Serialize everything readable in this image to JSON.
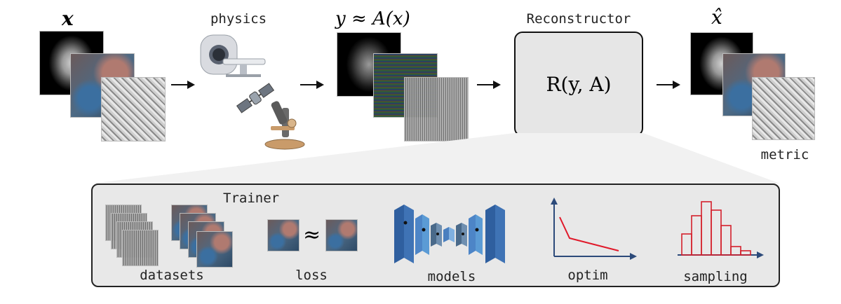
{
  "labels": {
    "x": "x",
    "physics": "physics",
    "y_approx": "y ≈ A(x)",
    "reconstructor": "Reconstructor",
    "recon_formula": "R(y, A)",
    "x_hat": "x̂",
    "metric": "metric"
  },
  "trainer": {
    "title": "Trainer",
    "items": [
      {
        "label": "datasets"
      },
      {
        "label": "loss",
        "approx_symbol": "≈"
      },
      {
        "label": "models"
      },
      {
        "label": "optim"
      },
      {
        "label": "sampling"
      }
    ]
  },
  "icons": {
    "scanner": "mri-scanner-icon",
    "satellite": "satellite-icon",
    "microscope": "microscope-icon"
  },
  "colors": {
    "model_blue": "#2f5f9f",
    "model_light": "#5b9bd5",
    "optim_red": "#e0192a",
    "hist_red": "#d4202c",
    "axis_blue": "#2c4a7a"
  }
}
